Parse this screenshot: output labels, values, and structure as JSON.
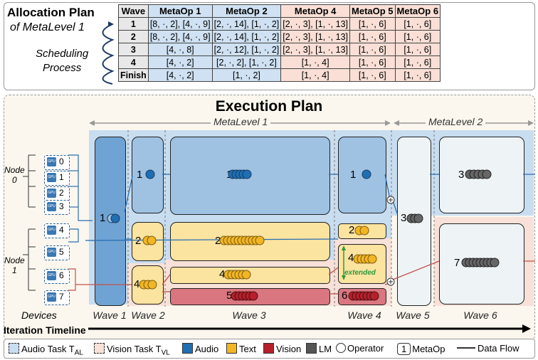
{
  "allocation": {
    "title": "Allocation Plan",
    "subtitle": "of MetaLevel 1",
    "process": [
      "Scheduling",
      "Process"
    ],
    "headers": [
      "Wave",
      "MetaOp 1",
      "MetaOp 2",
      "MetaOp 4",
      "MetaOp 5",
      "MetaOp 6"
    ],
    "rows": [
      {
        "wave": "1",
        "m1": "[8, ·, 2], [4, ·, 9]",
        "m2": "[2, ·, 14], [1, ·, 2]",
        "m4": "[2, ·, 3], [1, ·, 13]",
        "m5": "[1, ·, 6]",
        "m6": "[1, ·, 6]"
      },
      {
        "wave": "2",
        "m1": "[8, ·, 2], [4, ·, 9]",
        "m2": "[2, ·, 14], [1, ·, 2]",
        "m4": "[2, ·, 3], [1, ·, 13]",
        "m5": "[1, ·, 6]",
        "m6": "[1, ·, 6]"
      },
      {
        "wave": "3",
        "m1": "[4, ·, 8]",
        "m2": "[2, ·, 12], [1, ·, 2]",
        "m4": "[2, ·, 3], [1, ·, 13]",
        "m5": "[1, ·, 6]",
        "m6": "[1, ·, 6]"
      },
      {
        "wave": "4",
        "m1": "[4, ·, 2]",
        "m2": "[2, ·, 2], [1, ·, 2]",
        "m4": "[1, ·, 4]",
        "m5": "[1, ·, 6]",
        "m6": "[1, ·, 6]"
      },
      {
        "wave": "Finish",
        "m1": "[4, ·, 2]",
        "m2": "[1, ·, 2]",
        "m4": "[1, ·, 4]",
        "m5": "[1, ·, 6]",
        "m6": "[1, ·, 6]"
      }
    ]
  },
  "execution": {
    "title": "Execution Plan",
    "metalevel1": "MetaLevel 1",
    "metalevel2": "MetaLevel 2",
    "devices_label": "Devices",
    "node0": [
      "Node",
      "0"
    ],
    "node1": [
      "Node",
      "1"
    ],
    "gpu_ids": [
      "0",
      "1",
      "2",
      "3",
      "4",
      "5",
      "6",
      "7"
    ],
    "waves": [
      "Wave 1",
      "Wave 2",
      "Wave 3",
      "Wave 4",
      "Wave 5",
      "Wave 6"
    ],
    "metaop_ids": {
      "w1": "1",
      "w2_top": "1",
      "w2_mid": "2",
      "w2_bot": "4",
      "w3_big": "1",
      "w3_y": "2",
      "w3_y2": "4",
      "w3_r": "5",
      "w4_top": "1",
      "w4_y": "2",
      "w4_y2": "4",
      "w4_r": "6",
      "w5": "3",
      "w6_top": "3",
      "w6_bot": "7"
    },
    "extended": "extended",
    "timeline": "Iteration Timeline"
  },
  "legend": {
    "audio_task": "Audio Task T",
    "audio_sub": "AL",
    "vision_task": "Vision Task T",
    "vision_sub": "VL",
    "audio": "Audio",
    "text": "Text",
    "vision": "Vision",
    "lm": "LM",
    "operator": "Operator",
    "metaop_num": "1",
    "metaop": "MetaOp",
    "dataflow": "Data Flow"
  },
  "colors": {
    "audio": "#1f6fb5",
    "text": "#f2b624",
    "vision": "#b5202b",
    "lm": "#555555"
  }
}
